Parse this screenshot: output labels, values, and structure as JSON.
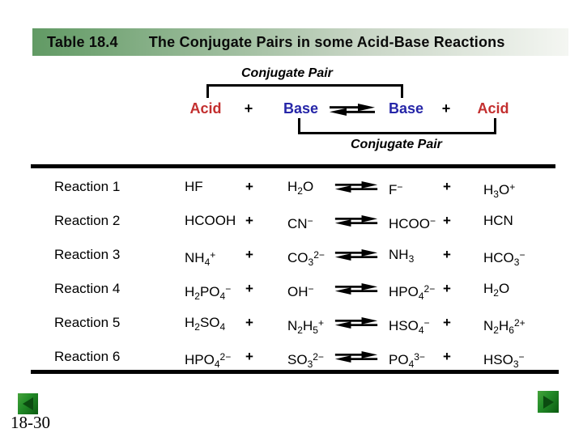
{
  "title_bar": {
    "label": "Table 18.4",
    "title": "The Conjugate Pairs in some Acid-Base Reactions"
  },
  "diagram": {
    "top_label": "Conjugate Pair",
    "bottom_label": "Conjugate Pair",
    "left_acid": "Acid",
    "left_base": "Base",
    "right_base": "Base",
    "right_acid": "Acid",
    "plus": "+"
  },
  "table": {
    "plus_sign": "+",
    "rows": [
      {
        "label": "Reaction 1",
        "acid": "HF",
        "base": "H~2~O",
        "conj_base": "F^−^",
        "conj_acid": "H~3~O^+^"
      },
      {
        "label": "Reaction 2",
        "acid": "HCOOH",
        "base": "CN^−^",
        "conj_base": "HCOO^−^",
        "conj_acid": "HCN"
      },
      {
        "label": "Reaction 3",
        "acid": "NH~4~^+^",
        "base": "CO~3~^2−^",
        "conj_base": "NH~3~",
        "conj_acid": "HCO~3~^−^"
      },
      {
        "label": "Reaction 4",
        "acid": "H~2~PO~4~^−^",
        "base": "OH^−^",
        "conj_base": "HPO~4~^2−^",
        "conj_acid": "H~2~O"
      },
      {
        "label": "Reaction 5",
        "acid": "H~2~SO~4~",
        "base": "N~2~H~5~^+^",
        "conj_base": "HSO~4~^−^",
        "conj_acid": "N~2~H~6~^2+^"
      },
      {
        "label": "Reaction 6",
        "acid": "HPO~4~^2−^",
        "base": "SO~3~^2−^",
        "conj_base": "PO~4~^3−^",
        "conj_acid": "HSO~3~^−^"
      }
    ]
  },
  "footer": {
    "page_number": "18-30"
  },
  "icons": {
    "equilibrium": "equilibrium-double-arrow-icon",
    "previous": "back-arrow-icon",
    "next": "forward-arrow-icon"
  },
  "colors": {
    "acid_text": "#c32f2f",
    "base_text": "#2626a8",
    "title_bar_green": "#619a64",
    "nav_button_green": "#0a5a10"
  }
}
